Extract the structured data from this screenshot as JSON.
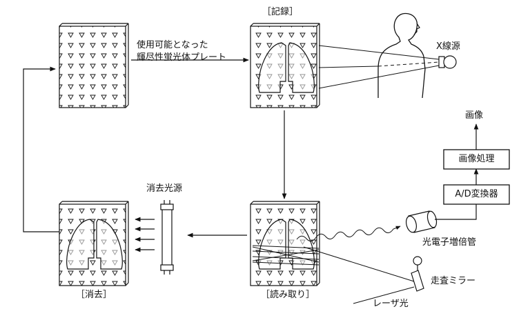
{
  "labels": {
    "usable_plate_line1": "使用可能となった",
    "usable_plate_line2": "輝尽性蛍光体プレート",
    "record": "［記録］",
    "xray_source": "X線源",
    "image": "画像",
    "image_processing": "画像処理",
    "ad_converter": "A/D変換器",
    "erase_light_source": "消去光源",
    "photomultiplier": "光電子増倍管",
    "erase": "［消去］",
    "read": "［読み取り］",
    "scan_mirror": "走査ミラー",
    "laser_light": "レーザ光"
  },
  "colors": {
    "line": "#111111",
    "background": "#ffffff"
  }
}
